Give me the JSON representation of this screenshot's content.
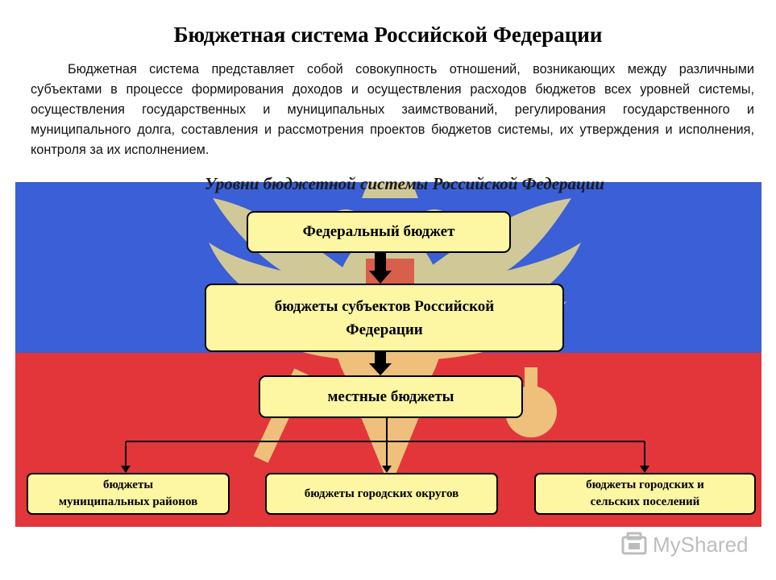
{
  "title": "Бюджетная система Российской Федерации",
  "intro": "Бюджетная система представляет собой совокупность отношений, возникающих между различными субъектами в процессе формирования доходов и осуществления расходов бюджетов всех уровней системы, осуществления государственных и муниципальных заимствований, регулирования государственного и муниципального долга, составления и рассмотрения проектов бюджетов системы, их утверждения и исполнения, контроля за их исполнением.",
  "subtitle": "Уровни бюджетной системы Российской Федерации",
  "levels": {
    "federal": "Федеральный бюджет",
    "subjects_line1": "бюджеты субъектов Российской",
    "subjects_line2": "Федерации",
    "local": "местные бюджеты"
  },
  "local_types": {
    "municipal_line1": "бюджеты",
    "municipal_line2": "муниципальных районов",
    "city": "бюджеты городских округов",
    "settlements_line1": "бюджеты городских и",
    "settlements_line2": "сельских поселений"
  },
  "watermark": {
    "text": "MyShared",
    "icon": "myshared-logo-icon"
  },
  "colors": {
    "flag_blue": "#3a5fd6",
    "flag_red": "#e2363b",
    "box_fill": "#fdf6a3",
    "emblem_gold": "#f1df8a"
  }
}
